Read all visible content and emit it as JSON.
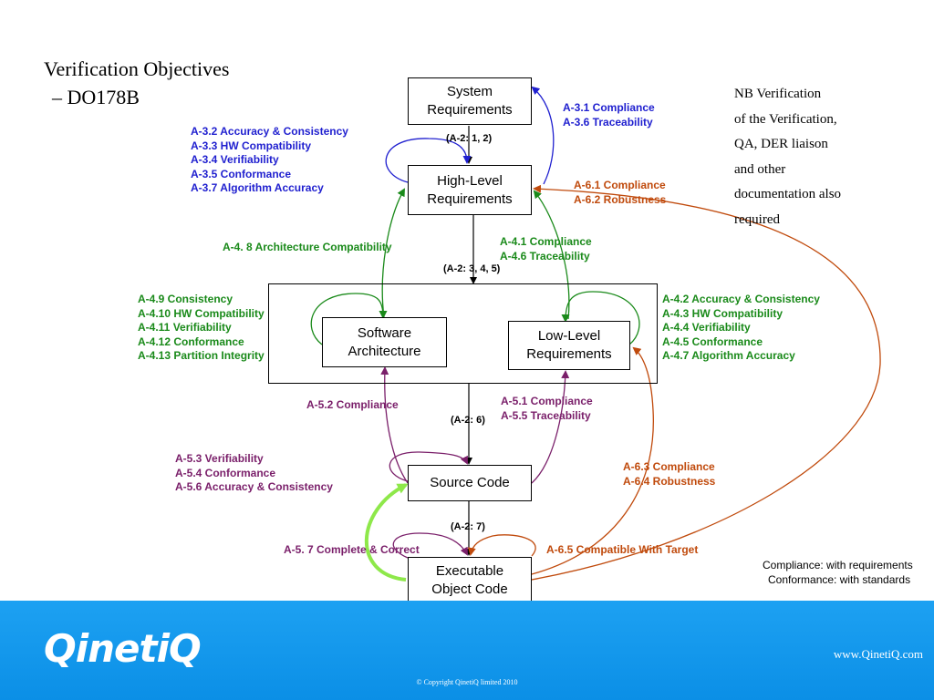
{
  "title": {
    "line1": "Verification Objectives",
    "line2": "– DO178B"
  },
  "boxes": {
    "system": {
      "line1": "System",
      "line2": "Requirements"
    },
    "hlr": {
      "line1": "High-Level",
      "line2": "Requirements"
    },
    "sa": {
      "line1": "Software",
      "line2": "Architecture"
    },
    "llr": {
      "line1": "Low-Level",
      "line2": "Requirements"
    },
    "src": {
      "line1": "Source Code"
    },
    "eoc": {
      "line1": "Executable",
      "line2": "Object Code"
    }
  },
  "flow_labels": {
    "a2_12": "(A-2: 1, 2)",
    "a2_345": "(A-2: 3, 4, 5)",
    "a2_6": "(A-2: 6)",
    "a2_7": "(A-2: 7)"
  },
  "objective_groups": {
    "hlr_self": [
      "A-3.2 Accuracy & Consistency",
      "A-3.3 HW Compatibility",
      "A-3.4 Verifiability",
      "A-3.5 Conformance",
      "A-3.7 Algorithm Accuracy"
    ],
    "hlr_to_sys": [
      "A-3.1 Compliance",
      "A-3.6 Traceability"
    ],
    "eoc_to_hlr": [
      "A-6.1 Compliance",
      "A-6.2 Robustness"
    ],
    "sa_to_hlr": [
      "A-4. 8 Architecture Compatibility"
    ],
    "llr_to_hlr": [
      "A-4.1 Compliance",
      "A-4.6 Traceability"
    ],
    "sa_self": [
      "A-4.9 Consistency",
      "A-4.10 HW Compatibility",
      "A-4.11 Verifiability",
      "A-4.12 Conformance",
      "A-4.13 Partition Integrity"
    ],
    "llr_self": [
      "A-4.2 Accuracy & Consistency",
      "A-4.3 HW Compatibility",
      "A-4.4 Verifiability",
      "A-4.5 Conformance",
      "A-4.7 Algorithm Accuracy"
    ],
    "src_to_sa": [
      "A-5.2 Compliance"
    ],
    "src_to_llr": [
      "A-5.1 Compliance",
      "A-5.5 Traceability"
    ],
    "src_self": [
      "A-5.3  Verifiability",
      "A-5.4 Conformance",
      "A-5.6 Accuracy & Consistency"
    ],
    "eoc_to_llr": [
      "A-6.3 Compliance",
      "A-6.4 Robustness"
    ],
    "eoc_to_src": [
      "A-5. 7 Complete & Correct"
    ],
    "eoc_self": [
      "A-6.5 Compatible With Target"
    ]
  },
  "note": [
    "NB Verification",
    "of the Verification,",
    "QA, DER liaison",
    "and other",
    "documentation also",
    "required"
  ],
  "legend": [
    "Compliance: with requirements",
    "Conformance: with standards"
  ],
  "footer": {
    "logo": "QinetiQ",
    "site": "www.QinetiQ.com",
    "copyright": "© Copyright QinetiQ limited 2010"
  },
  "colors": {
    "blue": "#1f1fcf",
    "green": "#1a8a1a",
    "purple": "#7a1f6a",
    "orange": "#c04a0c",
    "lime": "#8ee84a",
    "footer": "#1da1f2"
  }
}
